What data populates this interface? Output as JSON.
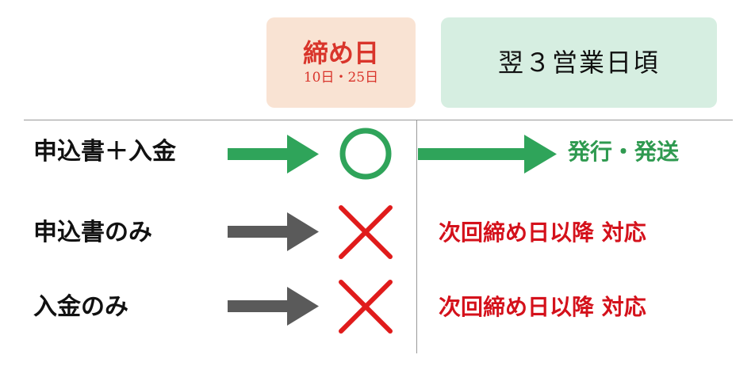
{
  "header": {
    "deadline_title": "締め日",
    "deadline_sub": "10日・25日",
    "shipping_title": "翌３営業日頃"
  },
  "rows": [
    {
      "label": "申込書＋入金",
      "mark": "circle",
      "result": "発行・発送",
      "result_color": "#2f9a50",
      "arrow_color": "#2fa45a"
    },
    {
      "label": "申込書のみ",
      "mark": "cross",
      "result": "次回締め日以降 対応",
      "result_color": "#d4111b",
      "arrow_color": "#5a5a5a"
    },
    {
      "label": "入金のみ",
      "mark": "cross",
      "result": "次回締め日以降 対応",
      "result_color": "#d4111b",
      "arrow_color": "#5a5a5a"
    }
  ],
  "colors": {
    "deadline_bg": "#f9e3d3",
    "shipping_bg": "#d6eee1",
    "circle_color": "#2fa45a",
    "cross_color": "#e01b1b"
  }
}
